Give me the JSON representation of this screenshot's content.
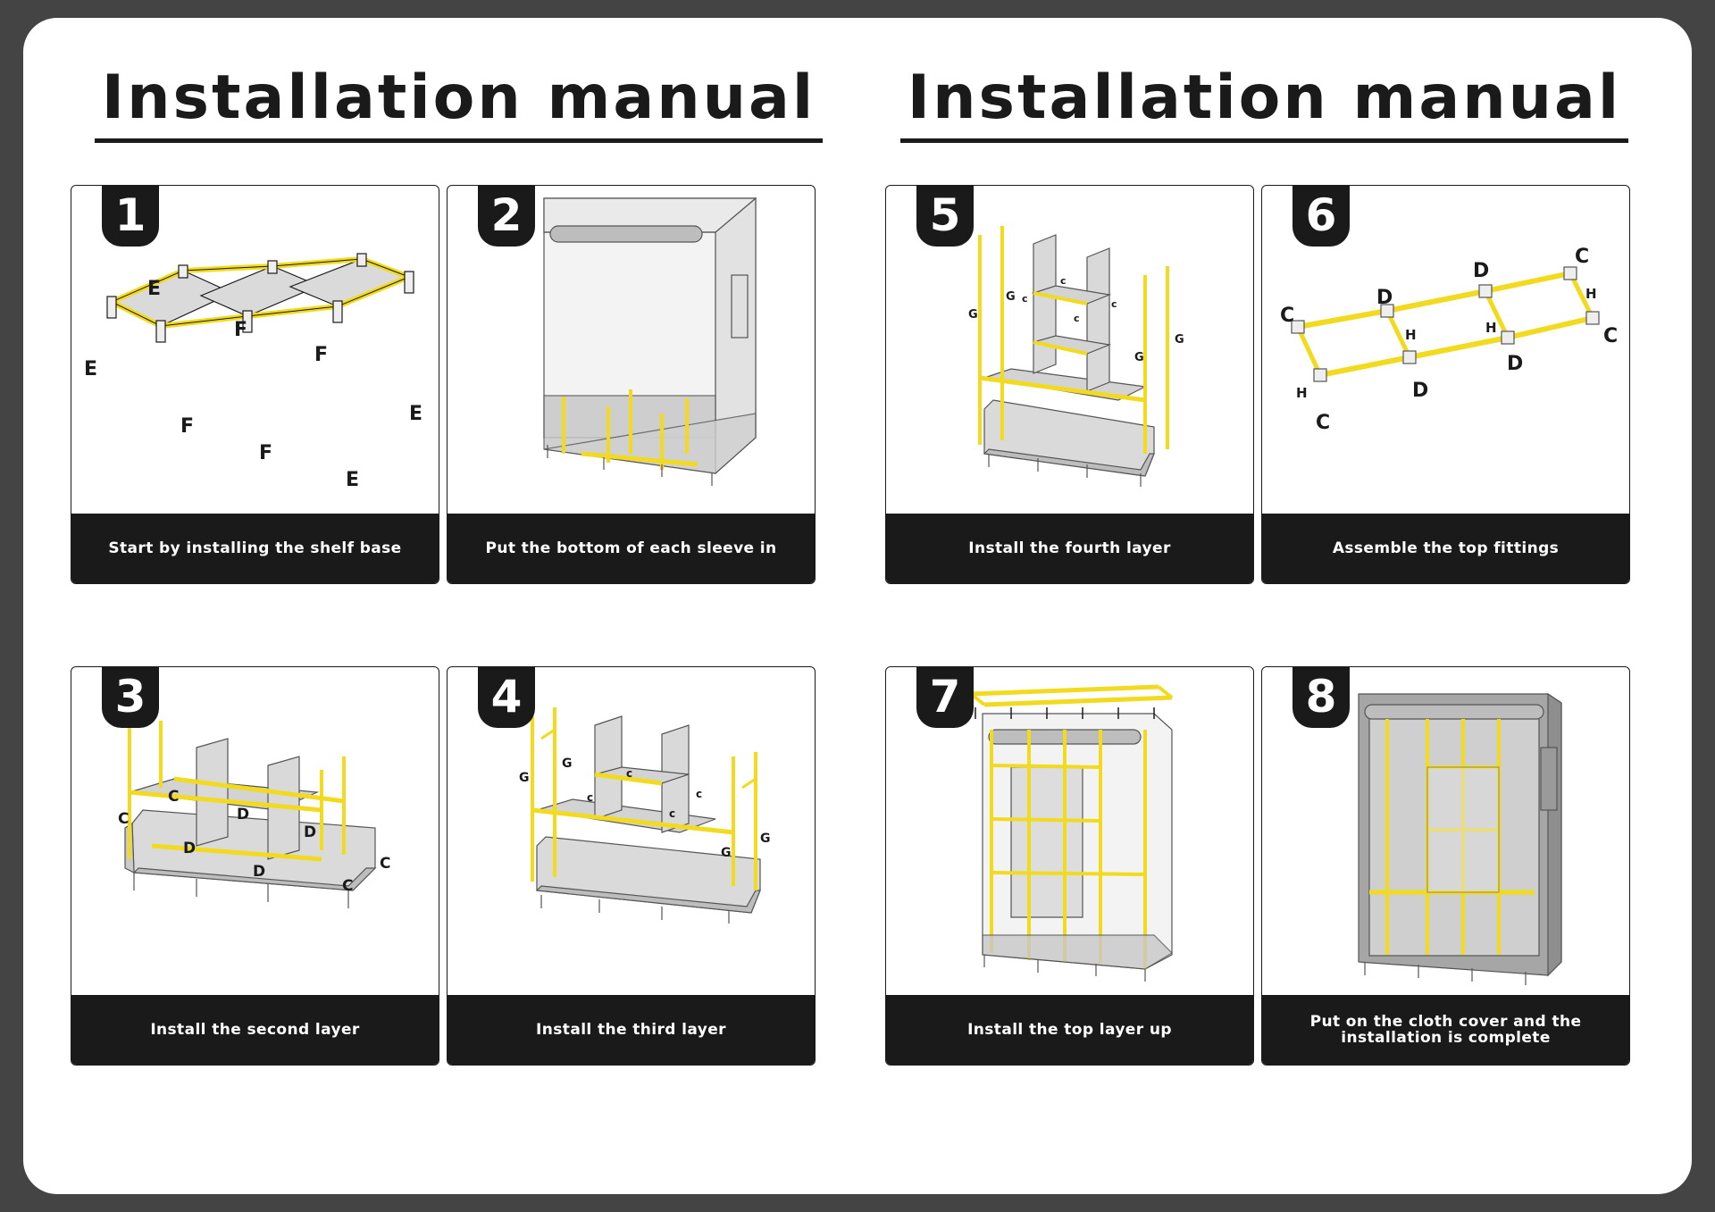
{
  "headers": [
    "Installation manual",
    "Installation manual"
  ],
  "steps": [
    {
      "number": "1",
      "caption": "Start by installing the shelf base",
      "labels": [
        "E",
        "E",
        "E",
        "E",
        "F",
        "F",
        "F",
        "F"
      ]
    },
    {
      "number": "2",
      "caption": "Put the bottom of each sleeve in",
      "labels": []
    },
    {
      "number": "3",
      "caption": "Install the second layer",
      "labels": [
        "C",
        "C",
        "C",
        "C",
        "D",
        "D",
        "D",
        "D"
      ]
    },
    {
      "number": "4",
      "caption": "Install the third layer",
      "labels": [
        "G",
        "G",
        "G",
        "G",
        "c",
        "c",
        "c",
        "c"
      ]
    },
    {
      "number": "5",
      "caption": "Install the fourth layer",
      "labels": [
        "G",
        "G",
        "G",
        "G",
        "c",
        "c",
        "c",
        "c"
      ]
    },
    {
      "number": "6",
      "caption": "Assemble the top fittings",
      "labels": [
        "C",
        "C",
        "C",
        "C",
        "D",
        "D",
        "D",
        "D",
        "H",
        "H",
        "H",
        "H"
      ]
    },
    {
      "number": "7",
      "caption": "Install the top layer up",
      "labels": []
    },
    {
      "number": "8",
      "caption": "Put on the cloth cover and the installation is complete",
      "labels": []
    }
  ],
  "colors": {
    "pole": "#F2DA1E",
    "frame": "#1a1a1a",
    "shelf": "#D8D8D8",
    "cover": "#9E9E9E"
  }
}
